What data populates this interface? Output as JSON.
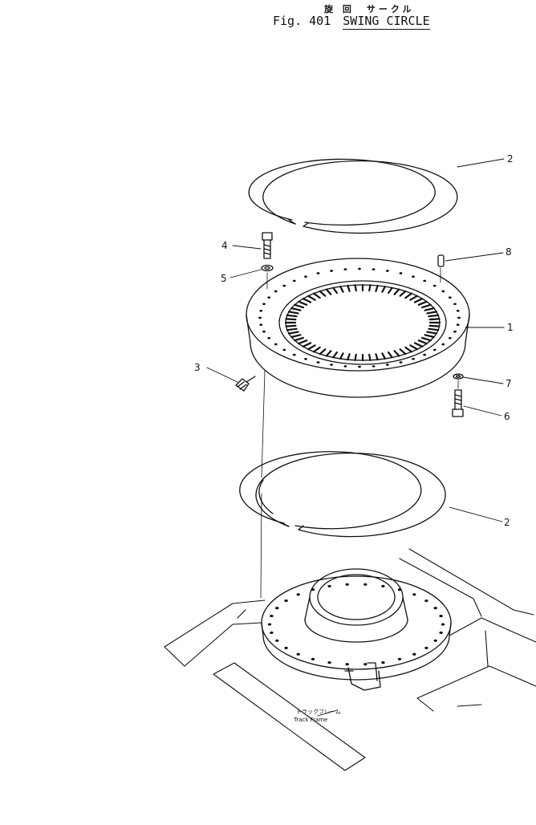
{
  "header": {
    "japanese_title": "旋 回　サークル",
    "figure_number": "Fig. 401",
    "figure_name": "SWING CIRCLE"
  },
  "callouts": [
    {
      "id": "1",
      "label": "1"
    },
    {
      "id": "2a",
      "label": "2"
    },
    {
      "id": "2b",
      "label": "2"
    },
    {
      "id": "3",
      "label": "3"
    },
    {
      "id": "4",
      "label": "4"
    },
    {
      "id": "5",
      "label": "5"
    },
    {
      "id": "6",
      "label": "6"
    },
    {
      "id": "7",
      "label": "7"
    },
    {
      "id": "8",
      "label": "8"
    }
  ],
  "track_frame": {
    "japanese_label": "トラックフレーム",
    "english_label": "Track Frame"
  }
}
